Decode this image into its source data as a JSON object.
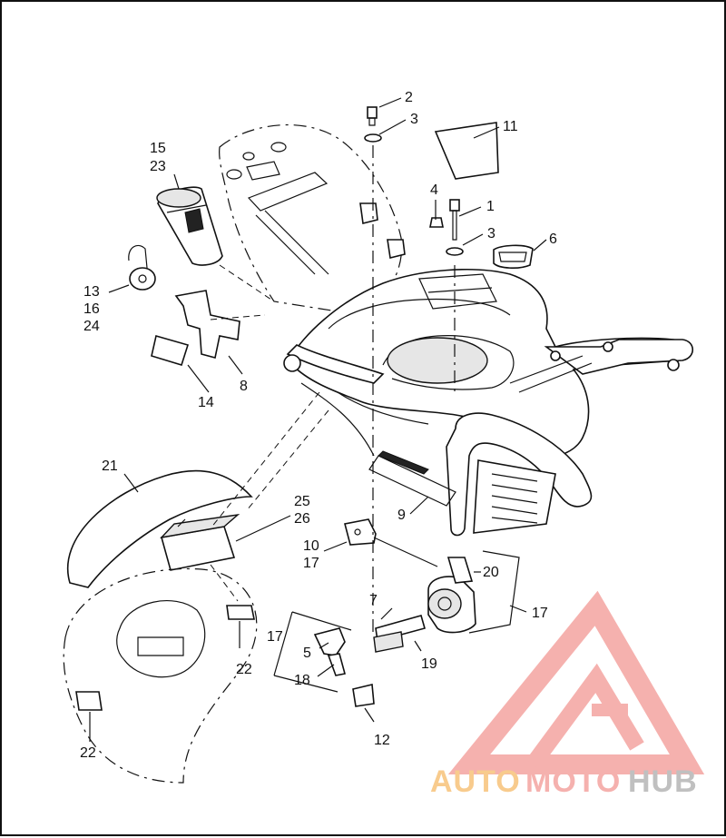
{
  "callouts": {
    "c1": "1",
    "c2": "2",
    "c3a": "3",
    "c3b": "3",
    "c4": "4",
    "c5": "5",
    "c6": "6",
    "c7": "7",
    "c8": "8",
    "c9": "9",
    "c10": "10",
    "c11": "11",
    "c12": "12",
    "c13": "13",
    "c14": "14",
    "c15": "15",
    "c16": "16",
    "c17a": "17",
    "c17b": "17",
    "c17c": "17",
    "c18": "18",
    "c19": "19",
    "c20": "20",
    "c21": "21",
    "c22a": "22",
    "c22b": "22",
    "c23": "23",
    "c24": "24",
    "c25": "25",
    "c26": "26"
  },
  "logo": {
    "word1": "AUTO",
    "word2": "MOTO",
    "word3": "HUB",
    "color_primary": "#f4a4a0",
    "color_secondary": "#f7c27a",
    "color_dark": "#b6b6b6"
  }
}
